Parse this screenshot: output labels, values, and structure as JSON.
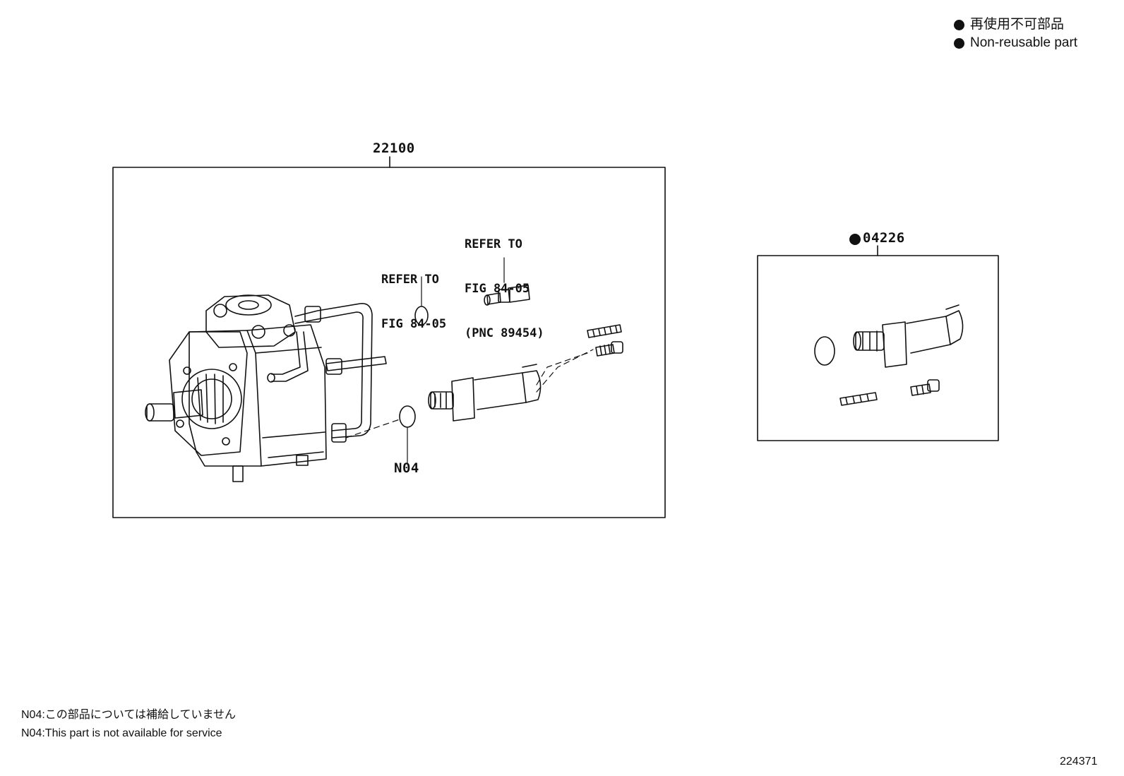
{
  "legend": {
    "ja": "再使用不可部品",
    "en": "Non-reusable part"
  },
  "callouts": {
    "assembly": "22100",
    "kit": "04226",
    "oring": "N04"
  },
  "refs": {
    "ring_line1": "REFER TO",
    "ring_line2": "FIG 84-05",
    "sensor_line1": "REFER TO",
    "sensor_line2": "FIG 84-05",
    "sensor_line3": "(PNC 89454)"
  },
  "notes": {
    "ja": "N04:この部品については補給していません",
    "en": "N04:This part is not available for service"
  },
  "figure_number": "224371"
}
